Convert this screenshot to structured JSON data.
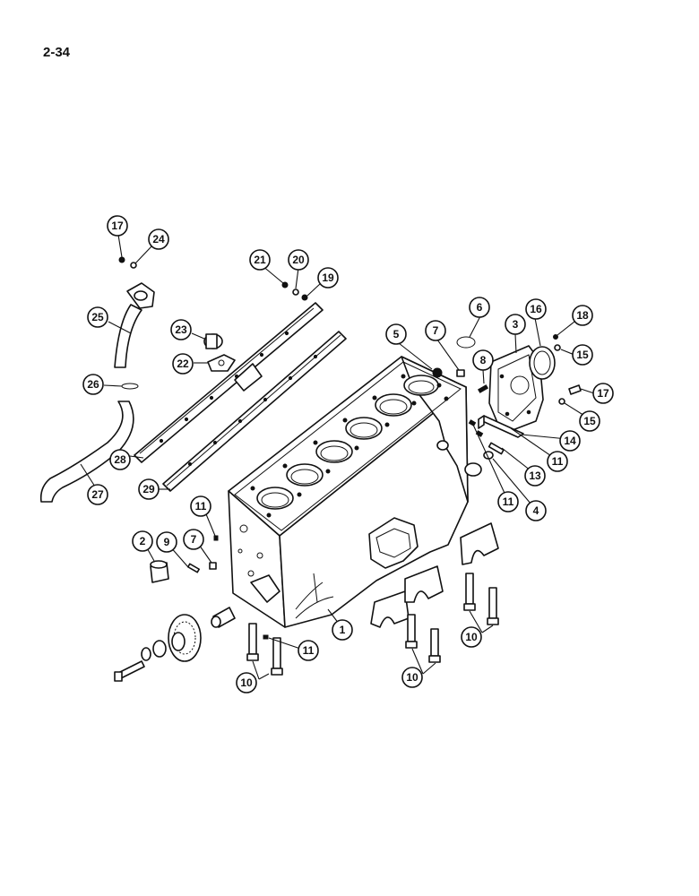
{
  "page_number": "2-34",
  "callouts": [
    {
      "id": "c-17a",
      "label": "17"
    },
    {
      "id": "c-24",
      "label": "24"
    },
    {
      "id": "c-21",
      "label": "21"
    },
    {
      "id": "c-20",
      "label": "20"
    },
    {
      "id": "c-19",
      "label": "19"
    },
    {
      "id": "c-25",
      "label": "25"
    },
    {
      "id": "c-23",
      "label": "23"
    },
    {
      "id": "c-22",
      "label": "22"
    },
    {
      "id": "c-26",
      "label": "26"
    },
    {
      "id": "c-28",
      "label": "28"
    },
    {
      "id": "c-27",
      "label": "27"
    },
    {
      "id": "c-29",
      "label": "29"
    },
    {
      "id": "c-5",
      "label": "5"
    },
    {
      "id": "c-7a",
      "label": "7"
    },
    {
      "id": "c-6",
      "label": "6"
    },
    {
      "id": "c-3",
      "label": "3"
    },
    {
      "id": "c-16",
      "label": "16"
    },
    {
      "id": "c-18",
      "label": "18"
    },
    {
      "id": "c-15a",
      "label": "15"
    },
    {
      "id": "c-8",
      "label": "8"
    },
    {
      "id": "c-17b",
      "label": "17"
    },
    {
      "id": "c-15b",
      "label": "15"
    },
    {
      "id": "c-14",
      "label": "14"
    },
    {
      "id": "c-11a",
      "label": "11"
    },
    {
      "id": "c-13",
      "label": "13"
    },
    {
      "id": "c-11b",
      "label": "11"
    },
    {
      "id": "c-4",
      "label": "4"
    },
    {
      "id": "c-11c",
      "label": "11"
    },
    {
      "id": "c-2",
      "label": "2"
    },
    {
      "id": "c-9",
      "label": "9"
    },
    {
      "id": "c-7b",
      "label": "7"
    },
    {
      "id": "c-1",
      "label": "1"
    },
    {
      "id": "c-11d",
      "label": "11"
    },
    {
      "id": "c-10a",
      "label": "10"
    },
    {
      "id": "c-10b",
      "label": "10"
    },
    {
      "id": "c-10c",
      "label": "10"
    }
  ]
}
